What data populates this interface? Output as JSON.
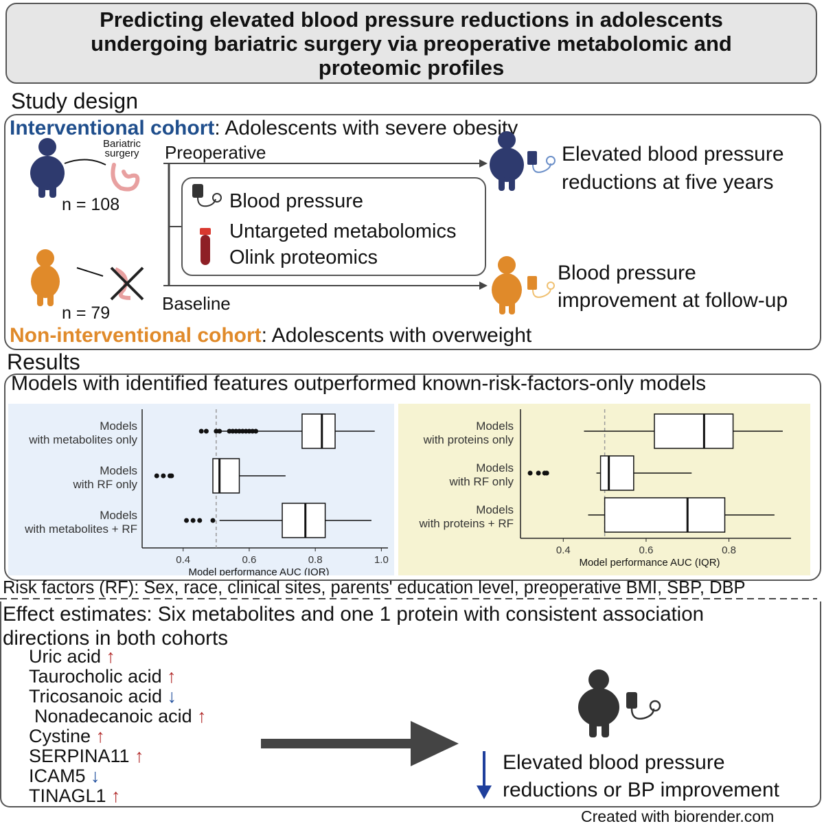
{
  "title": "Predicting elevated blood pressure reductions in adolescents undergoing bariatric surgery via preoperative metabolomic and proteomic profiles",
  "study_design": {
    "label": "Study design",
    "interventional_name": "Interventional cohort",
    "interventional_desc": ": Adolescents with severe obesity",
    "bariatric_line1": "Bariatric",
    "bariatric_line2": "surgery",
    "n_interventional": "n = 108",
    "n_noninterventional": "n = 79",
    "preoperative": "Preoperative",
    "baseline": "Baseline",
    "measures": [
      "Blood pressure",
      "Untargeted metabolomics",
      "Olink proteomics"
    ],
    "outcome1_line1": "Elevated blood pressure",
    "outcome1_line2": "reductions at five years",
    "outcome2_line1": "Blood pressure",
    "outcome2_line2": "improvement at follow-up",
    "noninterventional_name": "Non-interventional cohort",
    "noninterventional_desc": ": Adolescents with overweight",
    "colors": {
      "interventional": "#2e3a6e",
      "noninterventional": "#e08a2a"
    }
  },
  "results": {
    "label": "Results",
    "headline": "Models with identified features outperformed known-risk-factors-only models",
    "risk_factors": "Risk factors (RF): Sex, race, clinical sites, parents' education level, preoperative BMI, SBP, DBP"
  },
  "chart_data": [
    {
      "type": "boxplot",
      "xlabel": "Model performance AUC (IQR)",
      "xlim": [
        0.28,
        1.02
      ],
      "xticks": [
        "0.4",
        "0.6",
        "0.8",
        "1.0"
      ],
      "xtick_values": [
        0.4,
        0.6,
        0.8,
        1.0
      ],
      "reference_line": 0.5,
      "categories": [
        {
          "line1": "Models",
          "line2": "with metabolites only",
          "min": 0.5,
          "q1": 0.76,
          "median": 0.82,
          "q3": 0.86,
          "max": 0.98,
          "outliers": [
            0.455,
            0.47,
            0.5,
            0.51,
            0.54,
            0.55,
            0.56,
            0.57,
            0.58,
            0.59,
            0.6,
            0.61,
            0.62
          ]
        },
        {
          "line1": "Models",
          "line2": "with RF only",
          "min": 0.49,
          "q1": 0.49,
          "median": 0.51,
          "q3": 0.57,
          "max": 0.71,
          "outliers": [
            0.32,
            0.34,
            0.36,
            0.365
          ]
        },
        {
          "line1": "Models",
          "line2": "with metabolites + RF",
          "min": 0.51,
          "q1": 0.7,
          "median": 0.77,
          "q3": 0.83,
          "max": 0.97,
          "outliers": [
            0.41,
            0.43,
            0.45,
            0.49
          ]
        }
      ]
    },
    {
      "type": "boxplot",
      "xlabel": "Model performance AUC (IQR)",
      "xlim": [
        0.3,
        0.95
      ],
      "xticks": [
        "0.4",
        "0.6",
        "0.8"
      ],
      "xtick_values": [
        0.4,
        0.6,
        0.8
      ],
      "reference_line": 0.5,
      "categories": [
        {
          "line1": "Models",
          "line2": "with proteins only",
          "min": 0.45,
          "q1": 0.62,
          "median": 0.74,
          "q3": 0.81,
          "max": 0.93,
          "outliers": []
        },
        {
          "line1": "Models",
          "line2": "with RF only",
          "min": 0.48,
          "q1": 0.49,
          "median": 0.51,
          "q3": 0.57,
          "max": 0.71,
          "outliers": [
            0.32,
            0.34,
            0.355,
            0.36
          ]
        },
        {
          "line1": "Models",
          "line2": "with proteins + RF",
          "min": 0.46,
          "q1": 0.5,
          "median": 0.7,
          "q3": 0.79,
          "max": 0.91,
          "outliers": []
        }
      ]
    }
  ],
  "effects": {
    "headline_line1": "Effect estimates: Six metabolites and one 1 protein with consistent association",
    "headline_line2": "directions in both cohorts",
    "features": [
      {
        "name": "Uric acid",
        "dir": "↑"
      },
      {
        "name": "Taurocholic acid",
        "dir": "↑"
      },
      {
        "name": "Tricosanoic acid",
        "dir": "↓"
      },
      {
        "name": "Nonadecanoic acid",
        "dir": "↑"
      },
      {
        "name": "Cystine",
        "dir": "↑"
      },
      {
        "name": "SERPINA11",
        "dir": "↑"
      },
      {
        "name": "ICAM5",
        "dir": "↓"
      },
      {
        "name": "TINAGL1",
        "dir": "↑"
      }
    ],
    "outcome_line1": "Elevated blood pressure",
    "outcome_line2": "reductions or BP improvement"
  },
  "credit": "Created with biorender.com"
}
